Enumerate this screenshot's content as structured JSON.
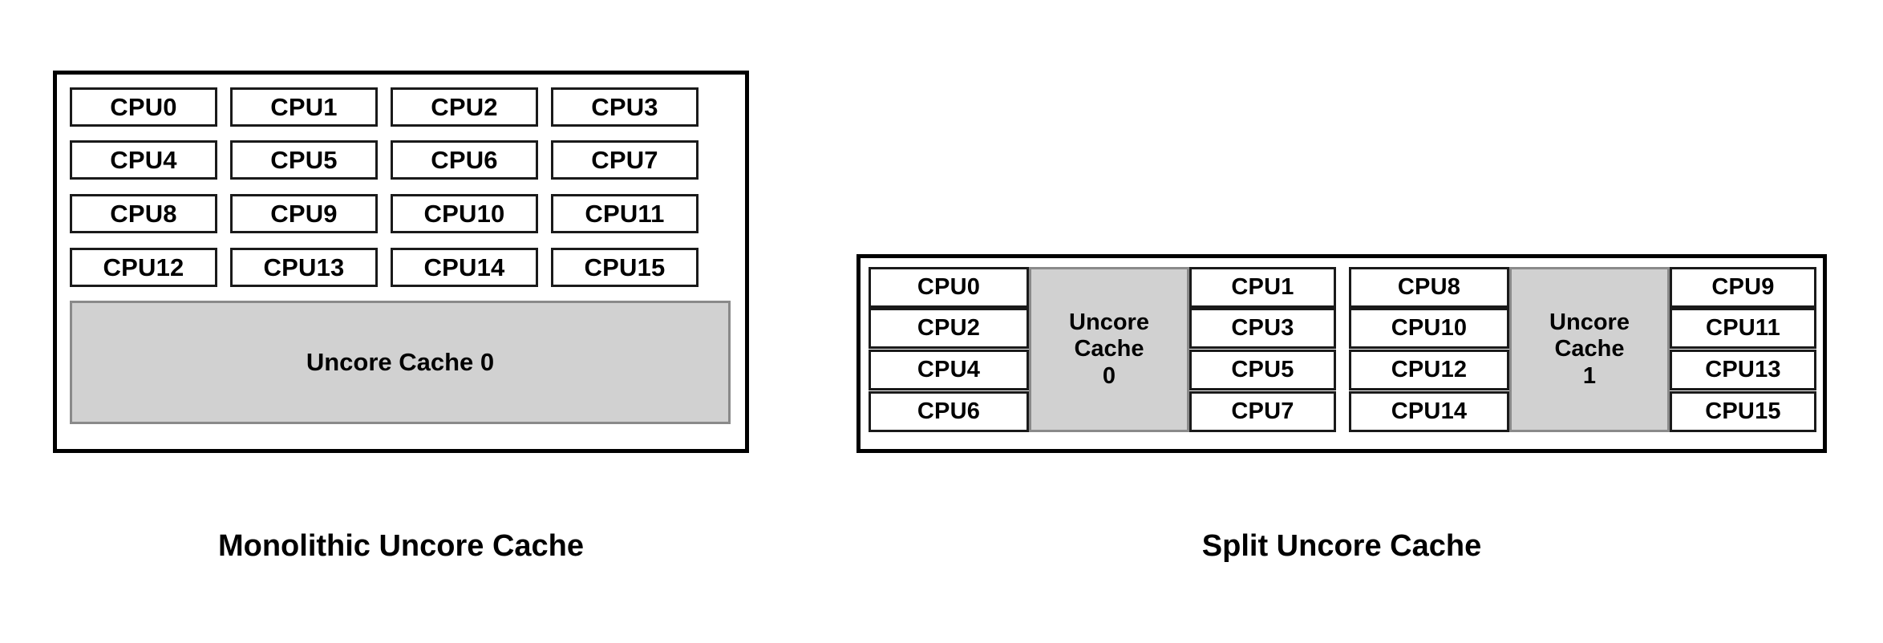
{
  "figures": [
    {
      "id": "monolithic",
      "caption": "Monolithic Uncore Cache",
      "cpu_grid": [
        [
          "CPU0",
          "CPU1",
          "CPU2",
          "CPU3"
        ],
        [
          "CPU4",
          "CPU5",
          "CPU6",
          "CPU7"
        ],
        [
          "CPU8",
          "CPU9",
          "CPU10",
          "CPU11"
        ],
        [
          "CPU12",
          "CPU13",
          "CPU14",
          "CPU15"
        ]
      ],
      "cache": "Uncore Cache 0"
    },
    {
      "id": "split",
      "caption": "Split Uncore Cache",
      "clusters": [
        {
          "left_column": [
            "CPU0",
            "CPU2",
            "CPU4",
            "CPU6"
          ],
          "cache_lines": [
            "Uncore",
            "Cache",
            "0"
          ],
          "right_column": [
            "CPU1",
            "CPU3",
            "CPU5",
            "CPU7"
          ]
        },
        {
          "left_column": [
            "CPU8",
            "CPU10",
            "CPU12",
            "CPU14"
          ],
          "cache_lines": [
            "Uncore",
            "Cache",
            "1"
          ],
          "right_column": [
            "CPU9",
            "CPU11",
            "CPU13",
            "CPU15"
          ]
        }
      ]
    }
  ],
  "mono": {
    "cpus": {
      "r0c0": "CPU0",
      "r0c1": "CPU1",
      "r0c2": "CPU2",
      "r0c3": "CPU3",
      "r1c0": "CPU4",
      "r1c1": "CPU5",
      "r1c2": "CPU6",
      "r1c3": "CPU7",
      "r2c0": "CPU8",
      "r2c1": "CPU9",
      "r2c2": "CPU10",
      "r2c3": "CPU11",
      "r3c0": "CPU12",
      "r3c1": "CPU13",
      "r3c2": "CPU14",
      "r3c3": "CPU15"
    },
    "cache_label": "Uncore Cache 0",
    "caption": "Monolithic Uncore Cache"
  },
  "split": {
    "cluster0": {
      "left": {
        "r0": "CPU0",
        "r1": "CPU2",
        "r2": "CPU4",
        "r3": "CPU6"
      },
      "right": {
        "r0": "CPU1",
        "r1": "CPU3",
        "r2": "CPU5",
        "r3": "CPU7"
      },
      "cache": {
        "l0": "Uncore",
        "l1": "Cache",
        "l2": "0"
      }
    },
    "cluster1": {
      "left": {
        "r0": "CPU8",
        "r1": "CPU10",
        "r2": "CPU12",
        "r3": "CPU14"
      },
      "right": {
        "r0": "CPU9",
        "r1": "CPU11",
        "r2": "CPU13",
        "r3": "CPU15"
      },
      "cache": {
        "l0": "Uncore",
        "l1": "Cache",
        "l2": "1"
      }
    },
    "caption": "Split Uncore Cache"
  },
  "colors": {
    "cache_fill": "#d1d1d1",
    "box_border": "#1a1a1a",
    "outer_border": "#000000",
    "background": "#ffffff",
    "text": "#000000"
  }
}
